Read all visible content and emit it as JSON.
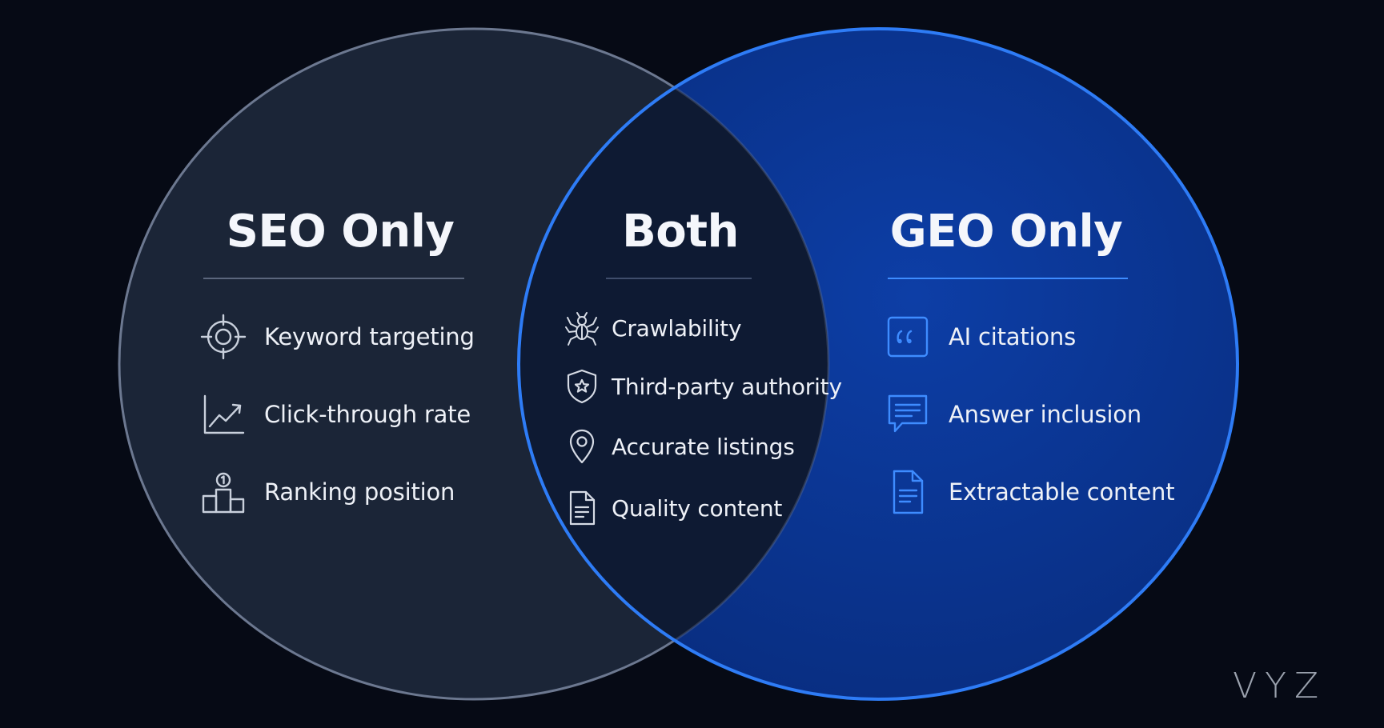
{
  "colors": {
    "background": "#060a15",
    "seo_fill": "#1b2537",
    "seo_stroke": "#6c7890",
    "geo_fill": "#0b3591",
    "geo_stroke": "#2e7cf6",
    "overlap_fill": "#0e1a33",
    "seo_icon": "#c9d0dc",
    "geo_icon": "#3e8cff"
  },
  "seo": {
    "title": "SEO Only",
    "items": [
      {
        "label": "Keyword targeting",
        "icon": "crosshair-target-icon"
      },
      {
        "label": "Click-through rate",
        "icon": "trend-chart-icon"
      },
      {
        "label": "Ranking position",
        "icon": "podium-icon"
      }
    ]
  },
  "both": {
    "title": "Both",
    "items": [
      {
        "label": "Crawlability",
        "icon": "spider-icon"
      },
      {
        "label": "Third-party authority",
        "icon": "shield-star-icon"
      },
      {
        "label": "Accurate listings",
        "icon": "map-pin-icon"
      },
      {
        "label": "Quality content",
        "icon": "document-icon"
      }
    ]
  },
  "geo": {
    "title": "GEO Only",
    "items": [
      {
        "label": "AI citations",
        "icon": "quote-icon"
      },
      {
        "label": "Answer inclusion",
        "icon": "chat-bubble-icon"
      },
      {
        "label": "Extractable content",
        "icon": "document-lines-icon"
      }
    ]
  },
  "brand": "VYZ"
}
